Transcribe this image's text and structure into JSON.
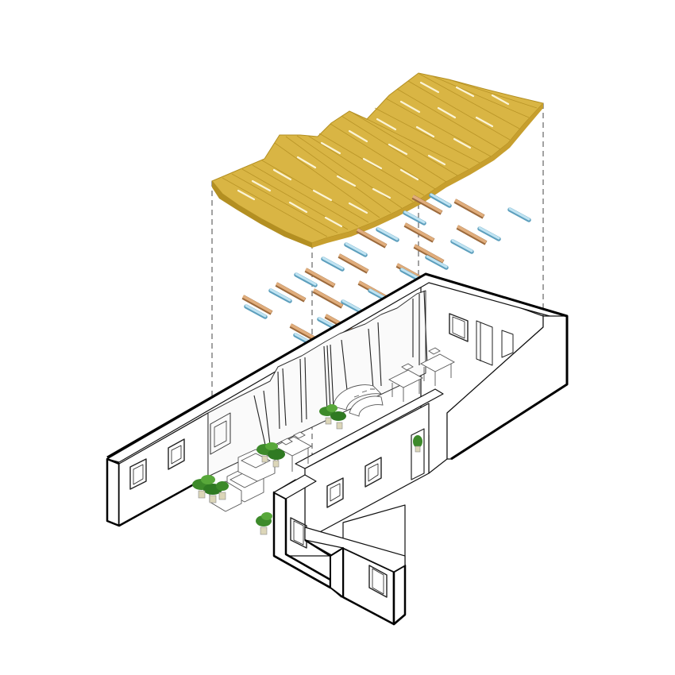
{
  "diagram": {
    "kind": "exploded-axonometric",
    "colors": {
      "background": "#ffffff",
      "wood_slat": "#d9b544",
      "wood_slat_dark": "#b38f22",
      "slat_gap": "#f6ecc2",
      "beam_copper": "#d8a06b",
      "beam_copper_dark": "#9c6a3c",
      "glass_tube": "#a8d6ea",
      "glass_tube_dark": "#5d9fbd",
      "wall_outline": "#111111",
      "wall_fill": "#ffffff",
      "furniture_line": "#555555",
      "plant_green": "#3d8a2a",
      "plant_pot": "#dcd6b8",
      "projection_dash": "#444444"
    },
    "layers": [
      {
        "name": "wavy-wood-slat-ceiling"
      },
      {
        "name": "copper-beams"
      },
      {
        "name": "blue-glass-tubes"
      },
      {
        "name": "building-shell-with-furniture"
      }
    ]
  }
}
